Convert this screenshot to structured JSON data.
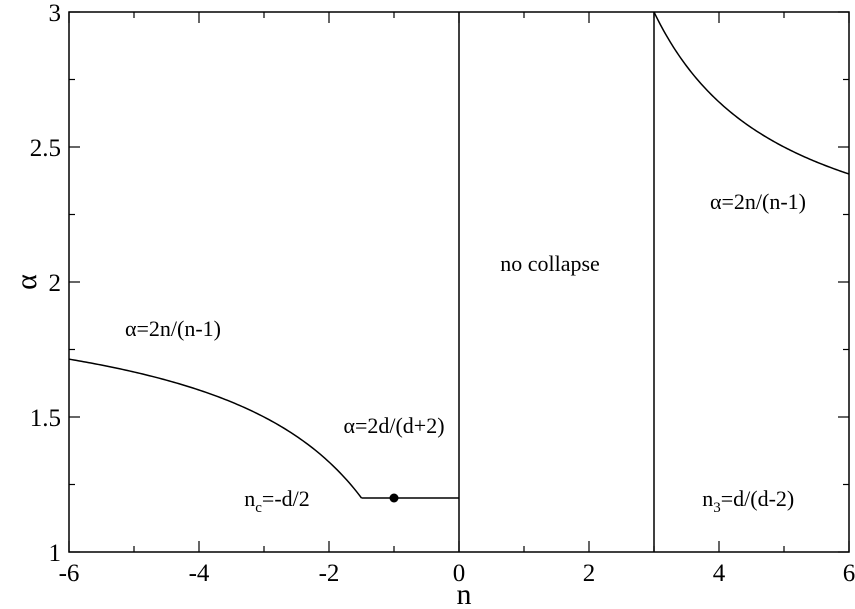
{
  "chart_data": {
    "type": "line",
    "title": "",
    "xlabel": "n",
    "ylabel": "α",
    "xlim": [
      -6,
      6
    ],
    "ylim": [
      1,
      3
    ],
    "x_ticks": [
      -6,
      -4,
      -2,
      0,
      2,
      4,
      6
    ],
    "y_ticks": [
      1,
      1.5,
      2,
      2.5,
      3
    ],
    "x_tick_labels": [
      "-6",
      "-4",
      "-2",
      "0",
      "2",
      "4",
      "6"
    ],
    "y_tick_labels": [
      "1",
      "1.5",
      "2",
      "2.5",
      "3"
    ],
    "grid": false,
    "series": [
      {
        "formula": "α=2n/(n-1)",
        "x": [
          -6,
          -5.5,
          -5,
          -4.5,
          -4,
          -3.5,
          -3,
          -2.5,
          -2,
          -1.5
        ],
        "y": [
          1.714,
          1.692,
          1.667,
          1.636,
          1.6,
          1.556,
          1.5,
          1.429,
          1.333,
          1.2
        ]
      },
      {
        "formula": "α=2d/(d+2)",
        "x": [
          -1.5,
          0
        ],
        "y": [
          1.2,
          1.2
        ]
      },
      {
        "formula": "n=0",
        "x": [
          0,
          0
        ],
        "y": [
          1,
          3
        ]
      },
      {
        "formula": "n=3",
        "x": [
          3,
          3
        ],
        "y": [
          1,
          3
        ]
      },
      {
        "formula": "α=2n/(n-1)",
        "x": [
          3,
          3.25,
          3.5,
          3.75,
          4,
          4.5,
          5,
          5.5,
          6
        ],
        "y": [
          3,
          2.889,
          2.8,
          2.727,
          2.667,
          2.571,
          2.5,
          2.444,
          2.4
        ]
      }
    ],
    "points": [
      {
        "x": -1,
        "y": 1.2
      }
    ],
    "annotations": [
      {
        "id": "left-curve-label",
        "text": "α=2n/(n-1)",
        "x": -4.4,
        "y": 1.83
      },
      {
        "id": "plateau-label",
        "text": "α=2d/(d+2)",
        "x": -1.0,
        "y": 1.47
      },
      {
        "id": "no-collapse-label",
        "text": "no collapse",
        "x": 1.4,
        "y": 2.07
      },
      {
        "id": "right-curve-label",
        "text": "α=2n/(n-1)",
        "x": 4.6,
        "y": 2.3
      },
      {
        "id": "nc-label",
        "main": "n",
        "sub": "c",
        "rest": "=-d/2",
        "x": -2.8,
        "y": 1.2
      },
      {
        "id": "n3-label",
        "main": "n",
        "sub": "3",
        "rest": "=d/(d-2)",
        "x": 4.45,
        "y": 1.2
      }
    ]
  }
}
